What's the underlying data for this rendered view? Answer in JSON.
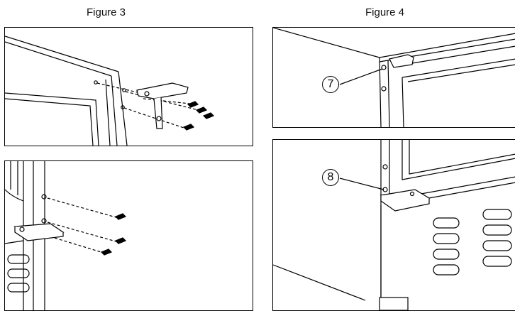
{
  "figures": [
    {
      "title": "Figure 3"
    },
    {
      "title": "Figure 4"
    }
  ],
  "callouts": {
    "top": "7",
    "bottom": "8"
  }
}
